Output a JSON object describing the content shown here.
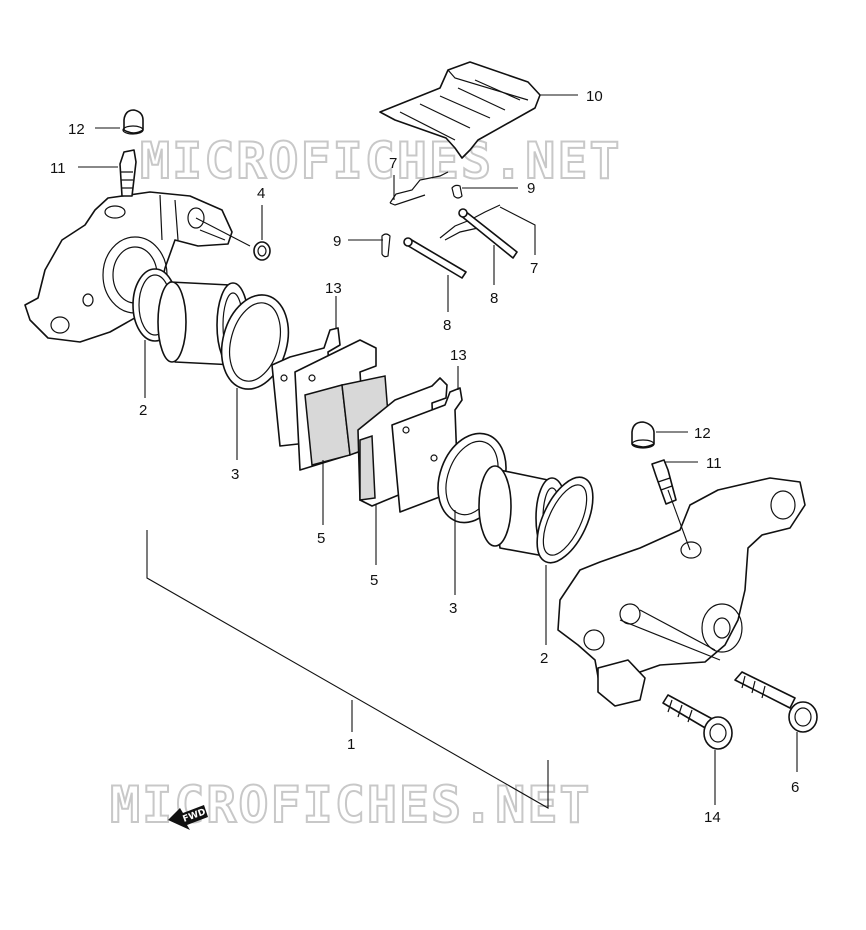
{
  "watermark": {
    "top_text": "MICROFICHES.NET",
    "bottom_text": "MICROFICHES.NET"
  },
  "fwd_label": "FWD",
  "callouts": {
    "c1": "1",
    "c2a": "2",
    "c2b": "2",
    "c3a": "3",
    "c3b": "3",
    "c4": "4",
    "c5a": "5",
    "c5b": "5",
    "c6": "6",
    "c7a": "7",
    "c7b": "7",
    "c8a": "8",
    "c8b": "8",
    "c9a": "9",
    "c9b": "9",
    "c10": "10",
    "c11a": "11",
    "c11b": "11",
    "c12a": "12",
    "c12b": "12",
    "c13a": "13",
    "c13b": "13",
    "c14": "14"
  },
  "colors": {
    "line": "#111111",
    "watermark": "#c8c8c8",
    "background": "#ffffff"
  }
}
